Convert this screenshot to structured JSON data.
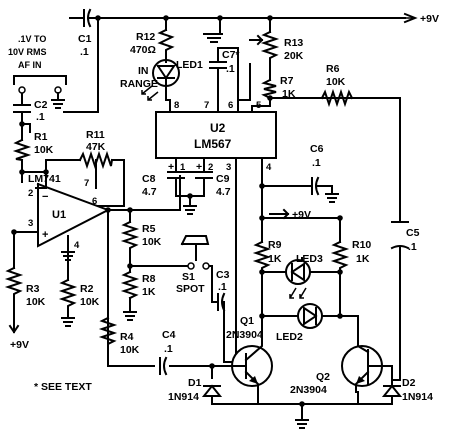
{
  "supply": {
    "top": "+9V",
    "mid": "+9V",
    "r3": "+9V"
  },
  "input": {
    "line1": ".1V TO",
    "line2": "10V RMS",
    "line3": "AF IN"
  },
  "note": "* SEE TEXT",
  "parts": {
    "c1": {
      "ref": "C1",
      "val": ".1"
    },
    "c2": {
      "ref": "C2",
      "val": ".1"
    },
    "c3": {
      "ref": "C3",
      "val": ".1"
    },
    "c4": {
      "ref": "C4",
      "val": ".1"
    },
    "c5": {
      "ref": "C5",
      "val": ".1"
    },
    "c6": {
      "ref": "C6",
      "val": ".1"
    },
    "c7": {
      "ref": "C7*",
      "val": ".1"
    },
    "c8": {
      "ref": "C8",
      "val": "4.7"
    },
    "c9": {
      "ref": "C9",
      "val": "4.7"
    },
    "r1": {
      "ref": "R1",
      "val": "10K"
    },
    "r2": {
      "ref": "R2",
      "val": "10K"
    },
    "r3": {
      "ref": "R3",
      "val": "10K"
    },
    "r4": {
      "ref": "R4",
      "val": "10K"
    },
    "r5": {
      "ref": "R5",
      "val": "10K"
    },
    "r6": {
      "ref": "R6",
      "val": "10K"
    },
    "r7": {
      "ref": "R7",
      "val": "1K"
    },
    "r8": {
      "ref": "R8",
      "val": "1K"
    },
    "r9": {
      "ref": "R9",
      "val": "1K"
    },
    "r10": {
      "ref": "R10",
      "val": "1K"
    },
    "r11": {
      "ref": "R11",
      "val": "47K"
    },
    "r12": {
      "ref": "R12",
      "val": "470Ω"
    },
    "r13": {
      "ref": "R13",
      "val": "20K"
    },
    "u1": {
      "ref": "U1",
      "part": "LM741"
    },
    "u2": {
      "ref": "U2",
      "part": "LM567"
    },
    "q1": {
      "ref": "Q1",
      "part": "2N3904"
    },
    "q2": {
      "ref": "Q2",
      "part": "2N3904"
    },
    "d1": {
      "ref": "D1",
      "part": "1N914"
    },
    "d2": {
      "ref": "D2",
      "part": "1N914"
    },
    "led1": {
      "ref": "LED1",
      "note1": "IN",
      "note2": "RANGE"
    },
    "led2": {
      "ref": "LED2"
    },
    "led3": {
      "ref": "LED3"
    },
    "s1": {
      "ref": "S1",
      "name": "SPOT"
    }
  },
  "pins": {
    "u1": {
      "p2": "2",
      "p3": "3",
      "p4": "4",
      "p6": "6",
      "p7": "7",
      "minus": "−",
      "plus": "+"
    },
    "u2": {
      "p1": "1",
      "p2": "2",
      "p3": "3",
      "p4": "4",
      "p5": "5",
      "p6": "6",
      "p7": "7",
      "p8": "8"
    }
  }
}
